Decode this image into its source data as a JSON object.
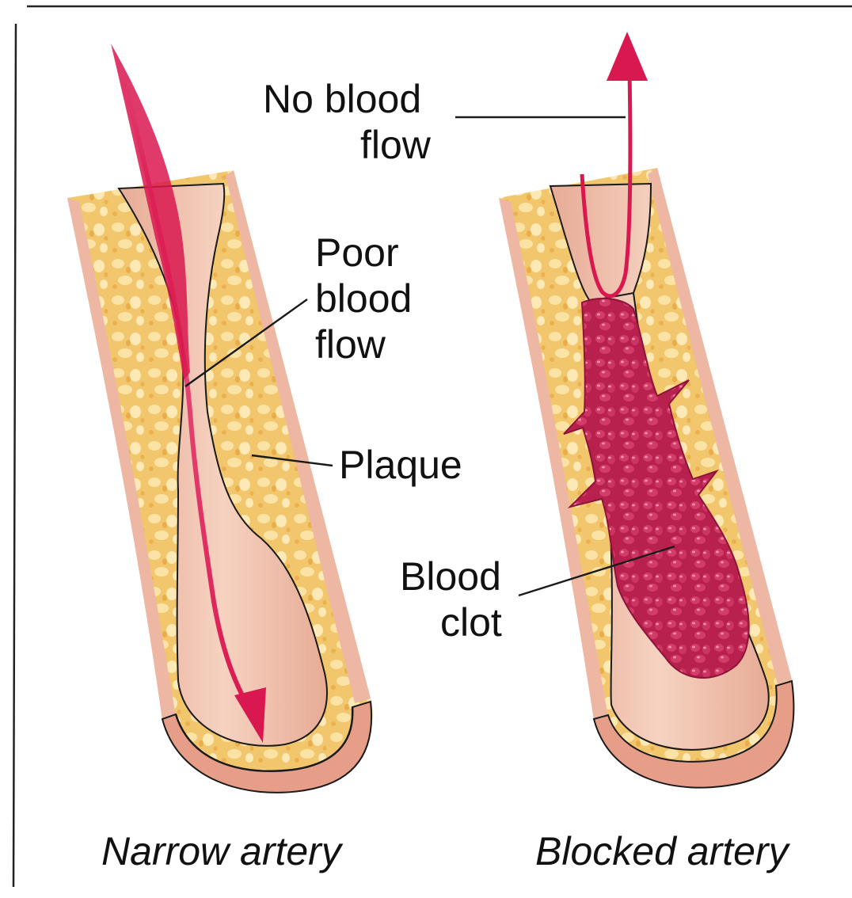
{
  "colors": {
    "plaque": "#f2c66c",
    "plaque_dark": "#e8a33a",
    "plaque_light": "#fbe3a6",
    "wall": "#eeb7a3",
    "lumen": "#f1c3ae",
    "blood": "#d9184f",
    "clot": "#b8214e",
    "clot_light": "#e0608a",
    "outline": "#1a1a1a"
  },
  "labels": {
    "no_blood_flow": [
      "No blood",
      "flow"
    ],
    "poor_blood_flow": [
      "Poor",
      "blood",
      "flow"
    ],
    "plaque": "Plaque",
    "blood_clot": [
      "Blood",
      "clot"
    ]
  },
  "captions": {
    "narrow": "Narrow artery",
    "blocked": "Blocked artery"
  }
}
